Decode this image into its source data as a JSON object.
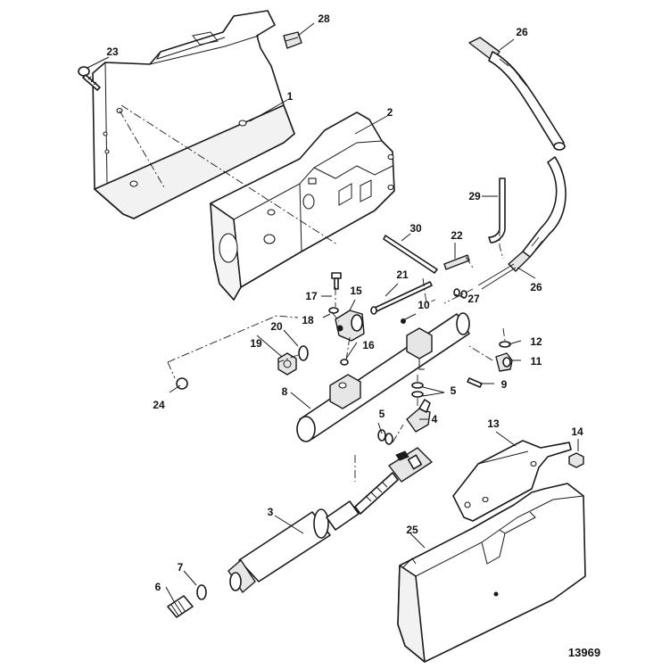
{
  "figure_number": "13969",
  "callouts": {
    "c1": "1",
    "c2": "2",
    "c3": "3",
    "c4": "4",
    "c5a": "5",
    "c5b": "5",
    "c6": "6",
    "c7": "7",
    "c8": "8",
    "c9": "9",
    "c10": "10",
    "c11": "11",
    "c12": "12",
    "c13": "13",
    "c14": "14",
    "c15": "15",
    "c16": "16",
    "c17": "17",
    "c18": "18",
    "c19": "19",
    "c20": "20",
    "c21": "21",
    "c22": "22",
    "c23": "23",
    "c24": "24",
    "c25": "25",
    "c26a": "26",
    "c26b": "26",
    "c27": "27",
    "c28": "28",
    "c29": "29",
    "c30": "30"
  }
}
